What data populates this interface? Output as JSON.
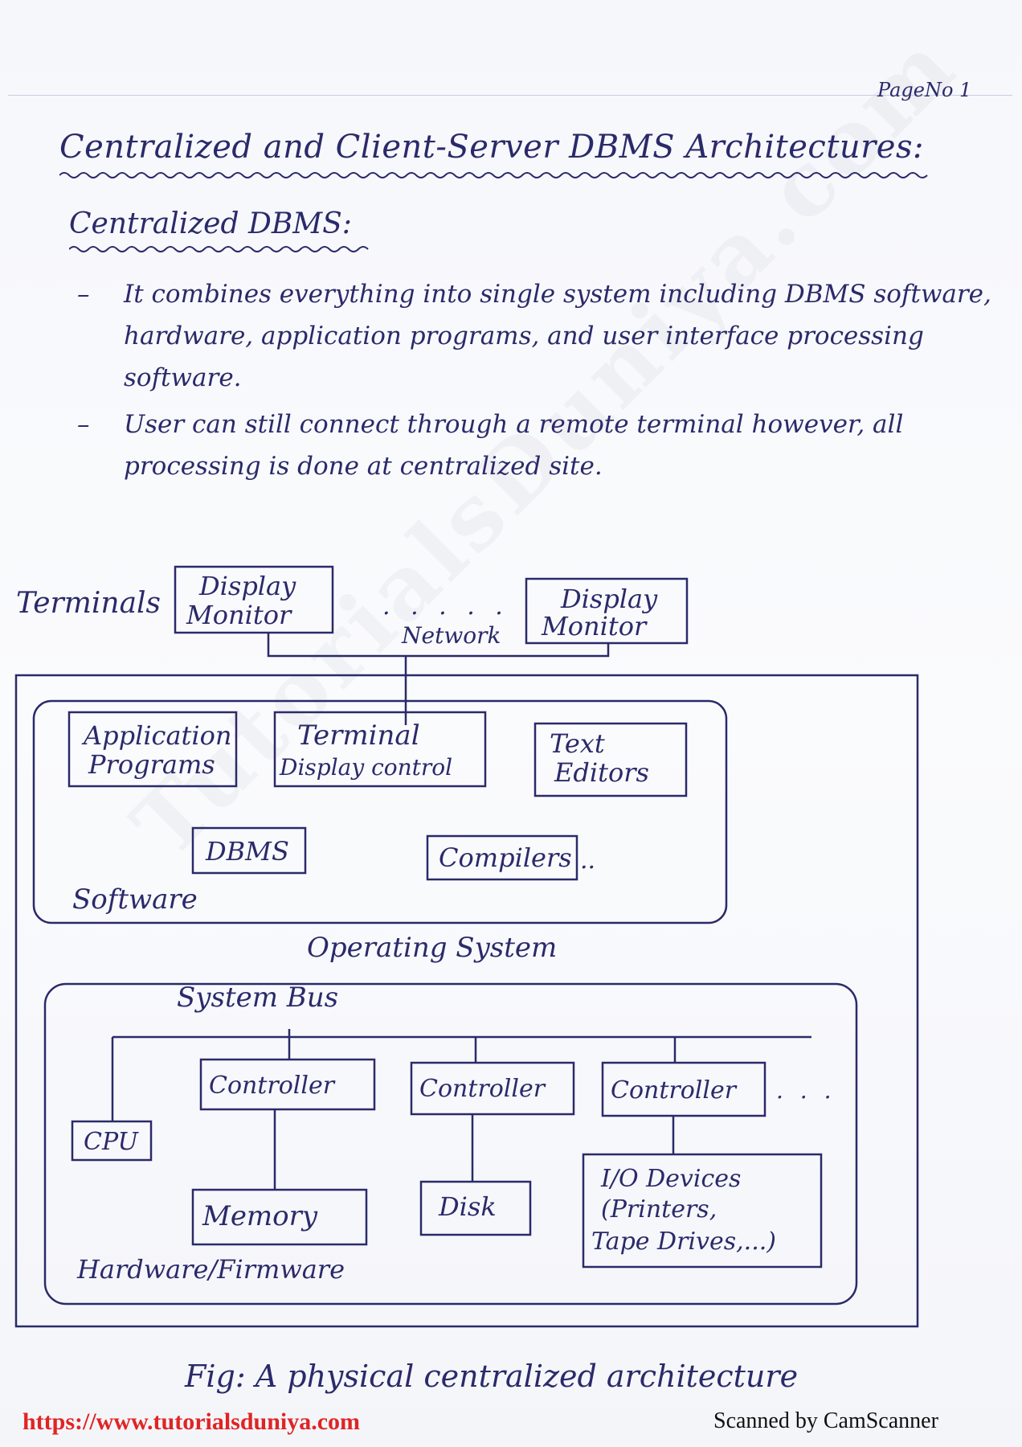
{
  "header": {
    "page_no": "PageNo 1"
  },
  "title": "Centralized and Client-Server DBMS Architectures:",
  "subtitle": "Centralized DBMS:",
  "bullets": [
    "It combines everything into single system including DBMS software, hardware, application programs, and user interface processing software.",
    "User can still connect through a remote terminal however, all processing is done at centralized site."
  ],
  "diagram": {
    "terminals_label": "Terminals",
    "display_monitor_1": [
      "Display",
      "Monitor"
    ],
    "ellipsis_dots": ". . . . .",
    "display_monitor_2": [
      "Display",
      "Monitor"
    ],
    "network_label": "Network",
    "application_programs": [
      "Application",
      "Programs"
    ],
    "terminal_display_control": [
      "Terminal",
      "Display control"
    ],
    "text_editors": [
      "Text",
      "Editors"
    ],
    "dbms": "DBMS",
    "compilers": "Compilers",
    "compilers_trail": "..",
    "software_label": "Software",
    "operating_system_label": "Operating System",
    "system_bus_label": "System Bus",
    "cpu": "CPU",
    "controller_1": "Controller",
    "controller_2": "Controller",
    "controller_3": "Controller",
    "controller_trail": ". . .",
    "memory": "Memory",
    "disk": "Disk",
    "io_devices": [
      "I/O Devices",
      "(Printers,",
      "Tape Drives,...)"
    ],
    "hardware_label": "Hardware/Firmware"
  },
  "caption": "Fig: A physical centralized architecture",
  "watermark": "TutorialsDuniya.com",
  "footer": {
    "url": "https://www.tutorialsduniya.com",
    "scanner": "Scanned by CamScanner"
  },
  "colors": {
    "ink": "#2a2a6a",
    "url_red": "#e02424"
  }
}
